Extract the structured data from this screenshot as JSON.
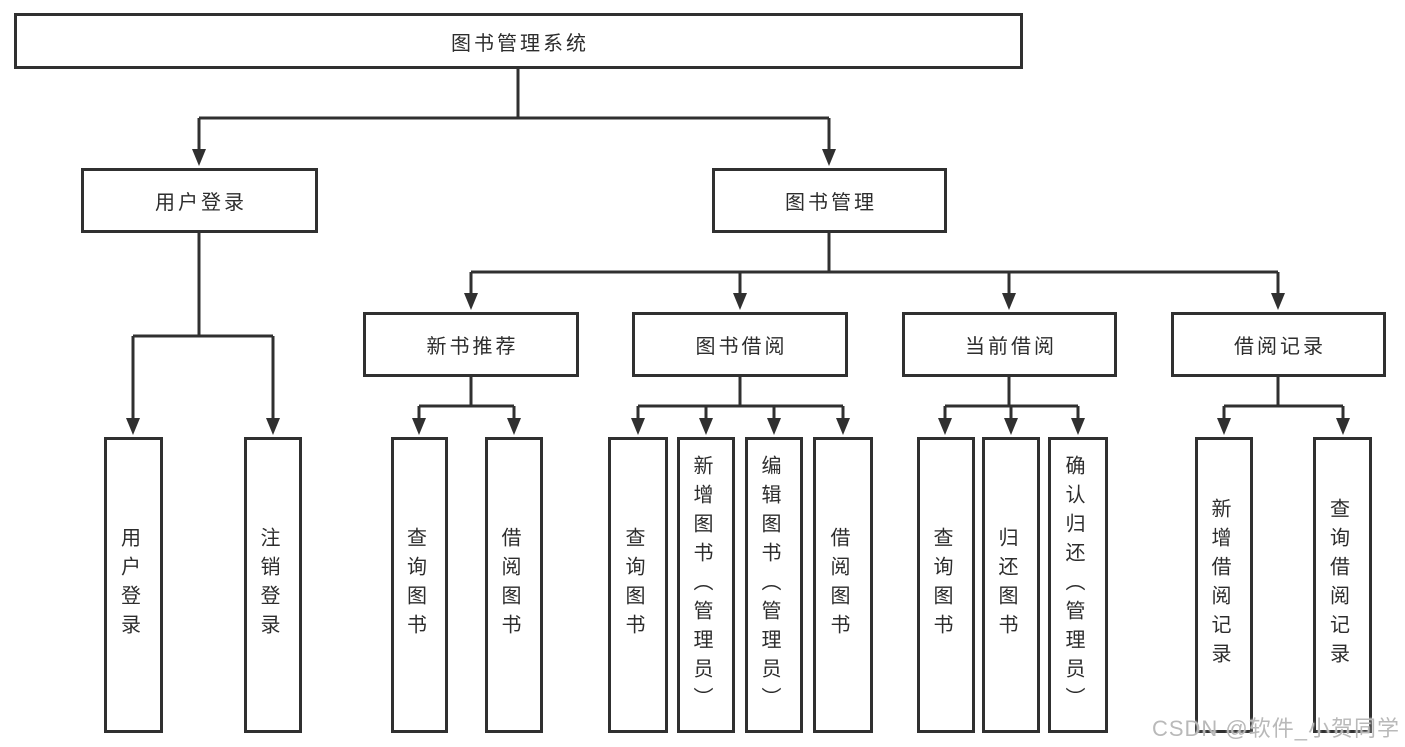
{
  "diagram": {
    "root": {
      "label": "图书管理系统"
    },
    "level2": [
      {
        "id": "user-login",
        "label": "用户登录"
      },
      {
        "id": "book-management",
        "label": "图书管理"
      }
    ],
    "level3": [
      {
        "id": "new-book-recommend",
        "label": "新书推荐"
      },
      {
        "id": "book-borrowing",
        "label": "图书借阅"
      },
      {
        "id": "current-borrowing",
        "label": "当前借阅"
      },
      {
        "id": "borrowing-records",
        "label": "借阅记录"
      }
    ],
    "level4": {
      "user_login": [
        {
          "label": "用户登录"
        },
        {
          "label": "注销登录"
        }
      ],
      "new_book_recommend": [
        {
          "label": "查询图书"
        },
        {
          "label": "借阅图书"
        }
      ],
      "book_borrowing": [
        {
          "label": "查询图书"
        },
        {
          "label": "新增图书（管理员）"
        },
        {
          "label": "编辑图书（管理员）"
        },
        {
          "label": "借阅图书"
        }
      ],
      "current_borrowing": [
        {
          "label": "查询图书"
        },
        {
          "label": "归还图书"
        },
        {
          "label": "确认归还（管理员）"
        }
      ],
      "borrowing_records": [
        {
          "label": "新增借阅记录"
        },
        {
          "label": "查询借阅记录"
        }
      ]
    },
    "watermark": "CSDN @软件_小贺同学",
    "colors": {
      "line": "#303030",
      "text": "#2d2d2d",
      "watermark": "#b9b9b9",
      "background": "#ffffff"
    }
  }
}
